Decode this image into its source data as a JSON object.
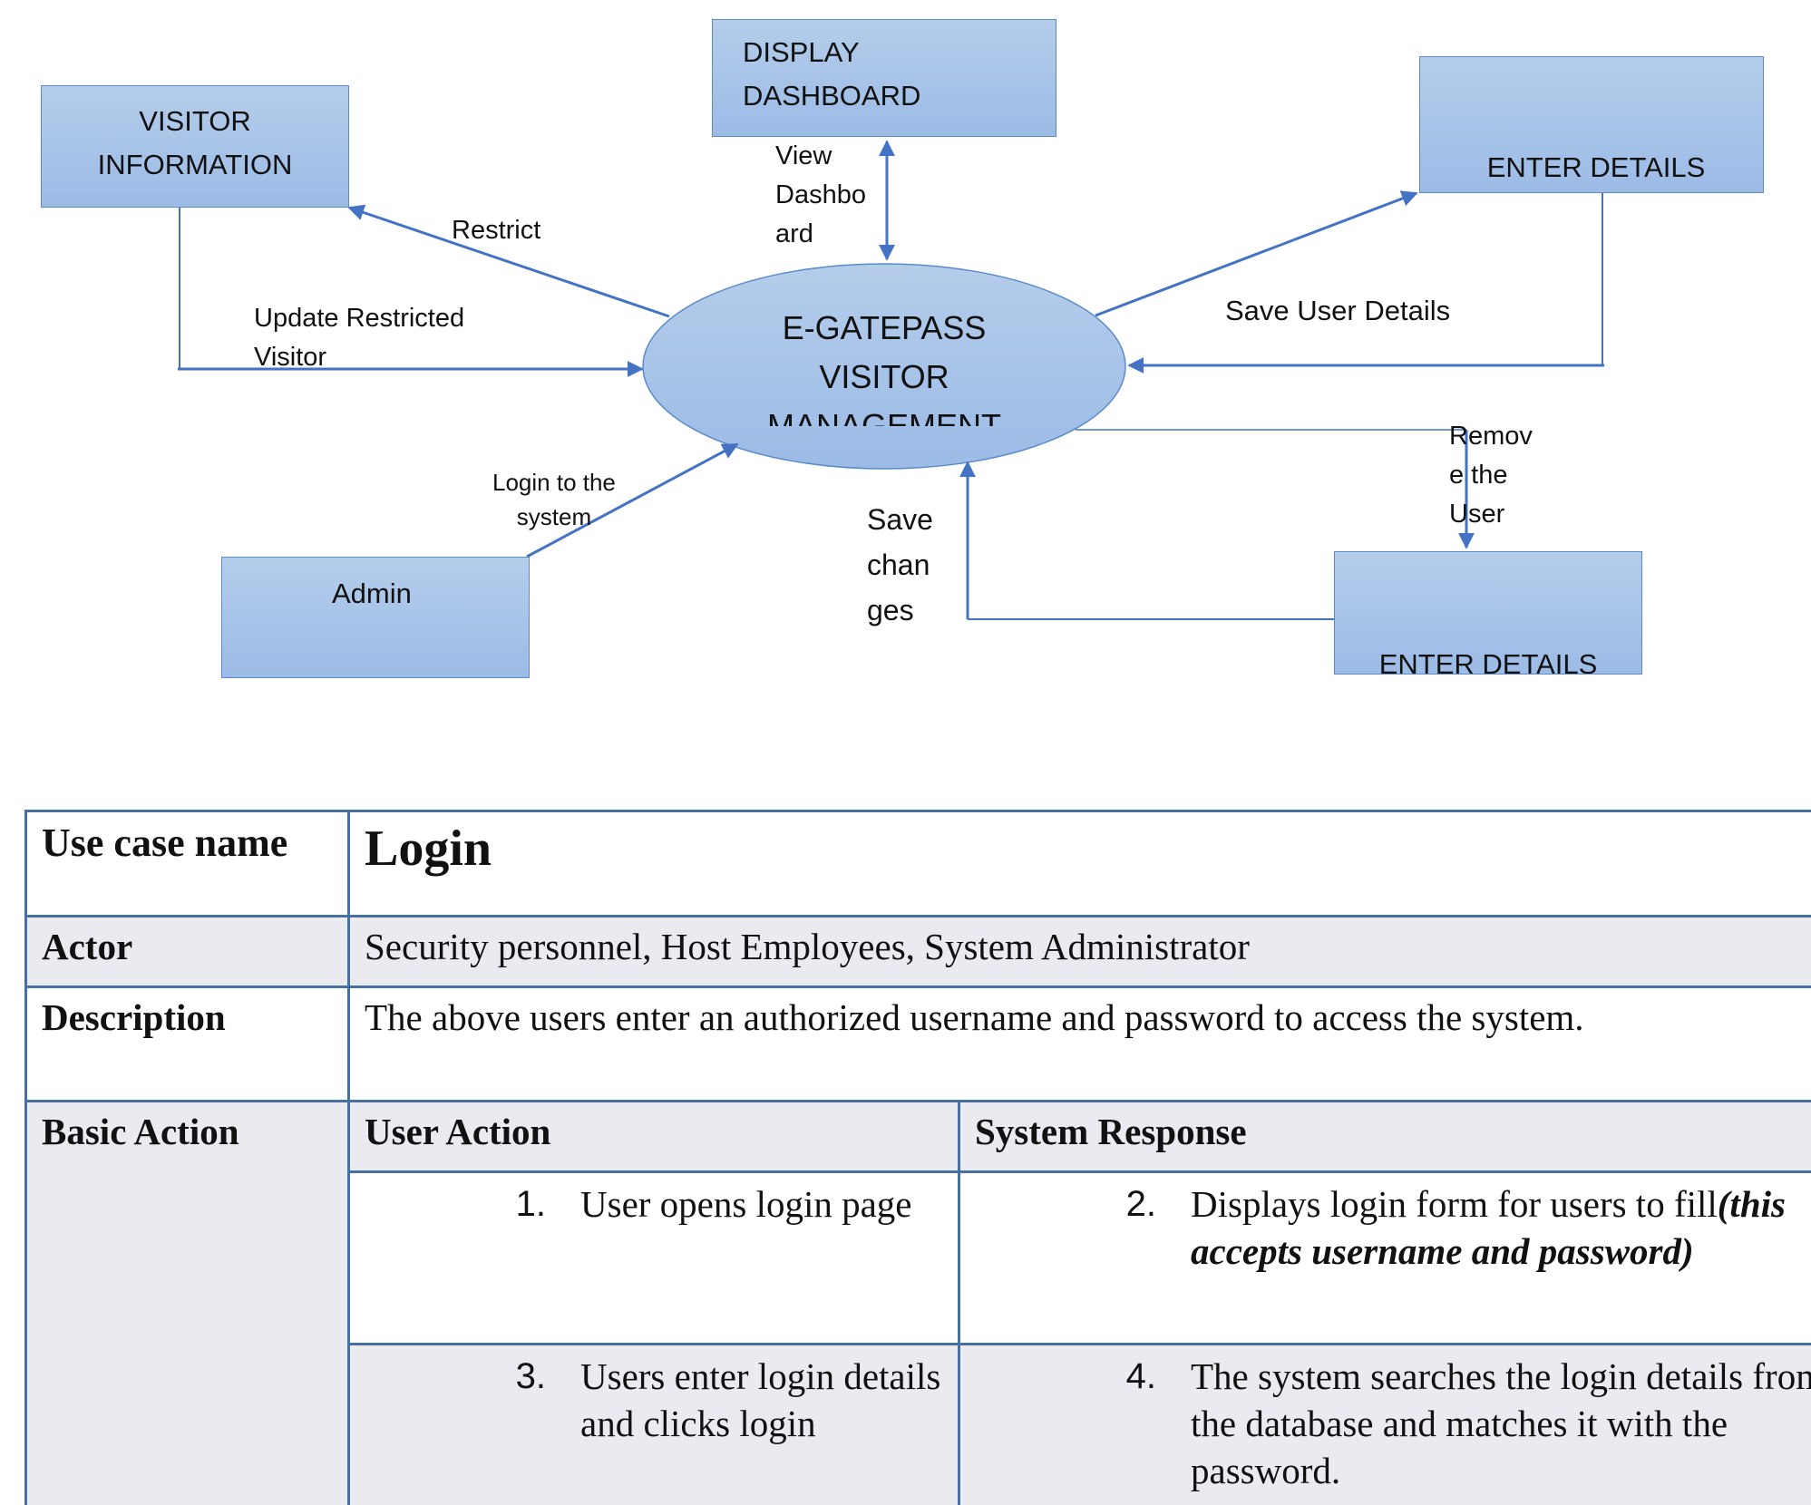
{
  "diagram": {
    "center": "E-GATEPASS\nVISITOR\nMANAGEMENT",
    "boxes": {
      "visitor_info": "VISITOR\nINFORMATION",
      "display_dashboard": "DISPLAY\nDASHBOARD",
      "enter_details_top": "ENTER DETAILS",
      "admin": "Admin",
      "enter_details_bottom": "ENTER DETAILS"
    },
    "labels": {
      "restrict": "Restrict",
      "view_dashboard": "View\nDashbo\nard",
      "update_restricted": "Update Restricted\nVisitor",
      "save_user_details": "Save User Details",
      "login_system": "Login to the\nsystem",
      "save_changes": "Save\nchan\nges",
      "remove_user": "Remov\ne the\nUser"
    },
    "colors": {
      "fill": "#a8c4e8",
      "stroke": "#4472c4"
    }
  },
  "table": {
    "use_case_label": "Use case name",
    "use_case_value": "Login",
    "actor_label": "Actor",
    "actor_value": "Security personnel, Host Employees, System Administrator",
    "description_label": "Description",
    "description_value": "The above users enter an authorized username and password to access the system.",
    "basic_action_label": "Basic Action",
    "user_action_header": "User Action",
    "system_response_header": "System Response",
    "steps": [
      {
        "num": "1.",
        "text": "User opens login page"
      },
      {
        "num": "2.",
        "text": "Displays login form for users to fill",
        "emphasis": "(this accepts username and password)"
      },
      {
        "num": "3.",
        "text": "Users enter login details and clicks login"
      },
      {
        "num": "4.",
        "text": "The system searches the login details from the database and matches it with the password."
      }
    ]
  }
}
